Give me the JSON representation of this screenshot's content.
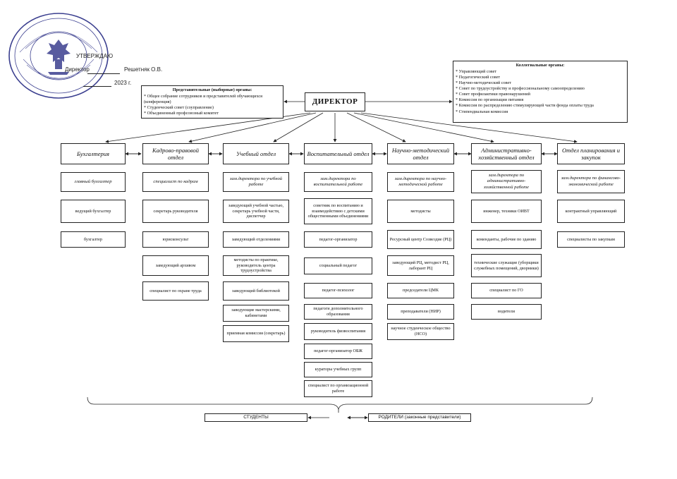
{
  "approval": {
    "heading": "УТВЕРЖДАЮ",
    "role": "Директор",
    "name": "Решетняк О.В.",
    "year": "2023 г."
  },
  "director": {
    "label": "ДИРЕКТОР"
  },
  "representative_bodies": {
    "title": "Представительные (выборные) органы:",
    "items": [
      "Общее собрание сотрудников и представителей обучающихся (конференция)",
      "Студенческий совет (соуправление)",
      "Объединенный профсоюзный комитет"
    ]
  },
  "collegial_bodies": {
    "title": "Коллегиальные органы:",
    "items": [
      "Управляющий совет",
      "Педагогический совет",
      "Научно-методический совет",
      "Совет по трудоустройству и профессиональному самоопределению",
      "Совет профилактики правонарушений",
      "Комиссия по организации питания",
      "Комиссия по распределению стимулирующей части фонда оплаты труда",
      "Стипендиальная комиссия"
    ]
  },
  "departments": [
    {
      "title": "Бухгалтерия",
      "head": "главный бухгалтер",
      "items": [
        "ведущий бухгалтер",
        "бухгалтер"
      ]
    },
    {
      "title": "Кадрово-правовой отдел",
      "head": "специалист по кадрам",
      "items": [
        "секретарь руководителя",
        "юрисконсульт",
        "заведующий архивом",
        "специалист по охране труда"
      ]
    },
    {
      "title": "Учебный отдел",
      "head": "зам.директора по учебной работе",
      "items": [
        "заведующий учебной частью, секретарь учебной части, диспетчер",
        "заведующий отделениями",
        "методисты по практике, руководитель центра трудоустройства",
        "заведующий библиотекой",
        "заведующие мастерскими, кабинетами",
        "приемная комиссия (секретарь)"
      ]
    },
    {
      "title": "Воспитательный отдел",
      "head": "зам.директора по воспитательной работе",
      "items": [
        "советник по воспитанию и взаимодействию с детскими общественными объединениями",
        "педагог-организатор",
        "социальный педагог",
        "педагог-психолог",
        "педагоги дополнительного образования",
        "руководитель физвоспитания",
        "педагог-организатор ОБЖ",
        "кураторы учебных групп",
        "специалист по организационной работе"
      ]
    },
    {
      "title": "Научно-методический отдел",
      "head": "зам.директора по научно-методической работе",
      "items": [
        "методисты",
        "Ресурсный центр Созвездие (РЦ)",
        "заведующий РЦ, методист РЦ, лаборант РЦ",
        "председатели ЦМК",
        "преподаватели (НИР)",
        "научное студенческое общество (НСО)"
      ]
    },
    {
      "title": "Административно-хозяйственный отдел",
      "head": "зам.директора по административно-хозяйственной работе",
      "items": [
        "инженер, техники ОИВТ",
        "коменданты, рабочие по зданию",
        "технические служащие (уборщики служебных помещений, дворники)",
        "специалист по ГО",
        "водители"
      ]
    },
    {
      "title": "Отдел планирования и закупок",
      "head": "зам.директора по финансово-экономической работе",
      "items": [
        "контрактный управляющий",
        "специалисты по закупкам"
      ]
    }
  ],
  "bottom": {
    "students": "СТУДЕНТЫ",
    "parents": "РОДИТЕЛИ (законные представители)"
  },
  "colors": {
    "line": "#222222",
    "seal": "#3b3f8f",
    "background": "#ffffff"
  }
}
